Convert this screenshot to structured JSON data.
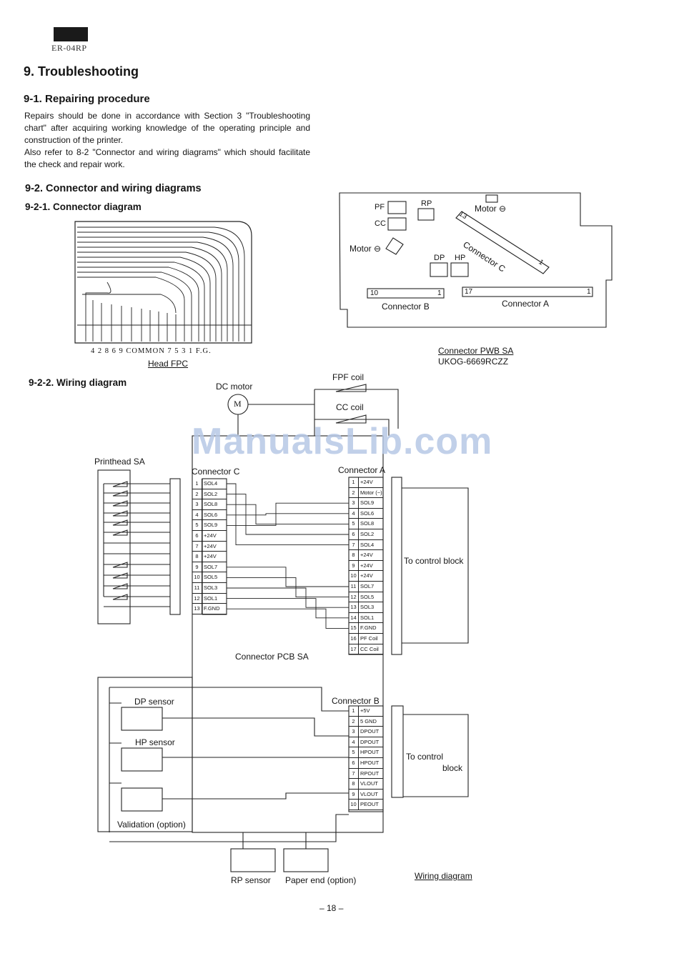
{
  "header": {
    "model": "ER-04RP"
  },
  "section": {
    "title": "9. Troubleshooting"
  },
  "subsection1": {
    "title": "9-1. Repairing procedure",
    "para1": "Repairs should be done in accordance with Section 3 \"Troubleshooting chart\" after acquiring working knowledge of the operating principle and construction of the printer.",
    "para2": "Also refer to 8-2 \"Connector and wiring diagrams\" which should facilitate the check and repair work."
  },
  "subsection2": {
    "title": "9-2. Connector and wiring diagrams"
  },
  "connector_diagram": {
    "title": "9-2-1. Connector diagram",
    "fpc_pins": "4 2 8 6 9 COMMON 7 5 3 1 F.G.",
    "fpc_caption": "Head FPC",
    "pwb_labels": {
      "pf": "PF",
      "cc": "CC",
      "rp": "RP",
      "motor_plus": "Motor ⊖",
      "motor_minus": "Motor ⊖",
      "dp": "DP",
      "hp": "HP",
      "connector_c": "Connector C",
      "connector_b": "Connector B",
      "connector_a": "Connector A",
      "conn_c_start": "13",
      "conn_c_end": "1",
      "conn_b_start": "10",
      "conn_b_end": "1",
      "conn_a_start": "17",
      "conn_a_end": "1"
    },
    "pwb_caption1": "Connector PWB SA",
    "pwb_caption2": "UKOG-6669RCZZ"
  },
  "wiring_diagram": {
    "title": "9-2-2. Wiring diagram",
    "dc_motor": "DC motor",
    "motor_symbol": "M",
    "fpf_coil": "FPF coil",
    "cc_coil": "CC coil",
    "printhead": "Printhead SA",
    "connector_c_title": "Connector C",
    "connector_a_title": "Connector A",
    "connector_b_title": "Connector B",
    "connector_pcb": "Connector PCB SA",
    "to_control_a": "To control block",
    "to_control_b1": "To control",
    "to_control_b2": "block",
    "dp_sensor": "DP sensor",
    "hp_sensor": "HP sensor",
    "validation": "Validation (option)",
    "rp_sensor": "RP sensor",
    "paper_end": "Paper end (option)",
    "caption": "Wiring diagram",
    "connector_c_pins": [
      {
        "n": "1",
        "s": "SOL4"
      },
      {
        "n": "2",
        "s": "SOL2"
      },
      {
        "n": "3",
        "s": "SOL8"
      },
      {
        "n": "4",
        "s": "SOL6"
      },
      {
        "n": "5",
        "s": "SOL9"
      },
      {
        "n": "6",
        "s": "+24V"
      },
      {
        "n": "7",
        "s": "+24V"
      },
      {
        "n": "8",
        "s": "+24V"
      },
      {
        "n": "9",
        "s": "SOL7"
      },
      {
        "n": "10",
        "s": "SOL5"
      },
      {
        "n": "11",
        "s": "SOL3"
      },
      {
        "n": "12",
        "s": "SOL1"
      },
      {
        "n": "13",
        "s": "F.GND"
      }
    ],
    "connector_a_pins": [
      {
        "n": "1",
        "s": "+24V"
      },
      {
        "n": "2",
        "s": "Motor (−)"
      },
      {
        "n": "3",
        "s": "SOL9"
      },
      {
        "n": "4",
        "s": "SOL6"
      },
      {
        "n": "5",
        "s": "SOL8"
      },
      {
        "n": "6",
        "s": "SOL2"
      },
      {
        "n": "7",
        "s": "SOL4"
      },
      {
        "n": "8",
        "s": "+24V"
      },
      {
        "n": "9",
        "s": "+24V"
      },
      {
        "n": "10",
        "s": "+24V"
      },
      {
        "n": "11",
        "s": "SOL7"
      },
      {
        "n": "12",
        "s": "SOL5"
      },
      {
        "n": "13",
        "s": "SOL3"
      },
      {
        "n": "14",
        "s": "SOL1"
      },
      {
        "n": "15",
        "s": "F.GND"
      },
      {
        "n": "16",
        "s": "PF Coil"
      },
      {
        "n": "17",
        "s": "CC Coil"
      }
    ],
    "connector_b_pins": [
      {
        "n": "1",
        "s": "+5V"
      },
      {
        "n": "2",
        "s": "5 GND"
      },
      {
        "n": "3",
        "s": "DPOUT"
      },
      {
        "n": "4",
        "s": "DPOUT"
      },
      {
        "n": "5",
        "s": "HPOUT"
      },
      {
        "n": "6",
        "s": "HPOUT"
      },
      {
        "n": "7",
        "s": "RPOUT"
      },
      {
        "n": "8",
        "s": "VLOUT"
      },
      {
        "n": "9",
        "s": "VLOUT"
      },
      {
        "n": "10",
        "s": "PEOUT"
      }
    ]
  },
  "watermark": "ManualsLib.com",
  "page_number": "– 18 –"
}
